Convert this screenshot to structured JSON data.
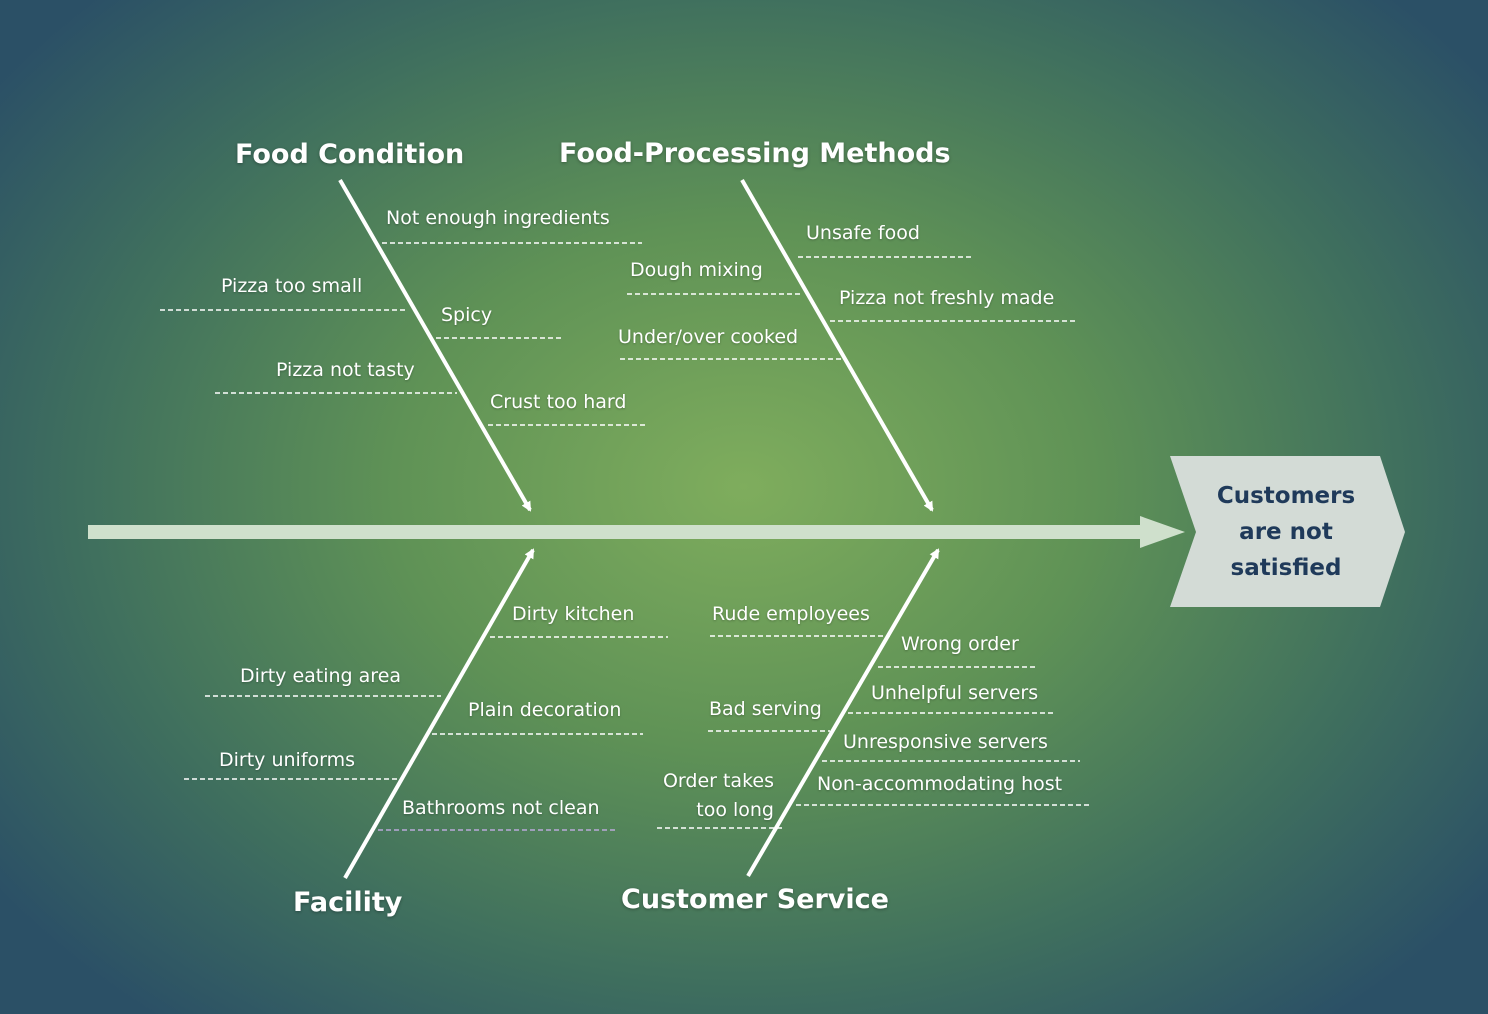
{
  "effect": "Customers\nare not\nsatisfied",
  "categories": {
    "food_condition": {
      "title": "Food Condition",
      "causes": [
        "Not enough ingredients",
        "Pizza too small",
        "Spicy",
        "Pizza not tasty",
        "Crust too hard"
      ]
    },
    "food_processing": {
      "title": "Food-Processing Methods",
      "causes": [
        "Unsafe food",
        "Dough mixing",
        "Pizza not freshly made",
        "Under/over cooked"
      ]
    },
    "facility": {
      "title": "Facility",
      "causes": [
        "Dirty kitchen",
        "Dirty eating area",
        "Plain decoration",
        "Dirty uniforms",
        "Bathrooms not clean"
      ]
    },
    "customer_service": {
      "title": "Customer Service",
      "causes": [
        "Rude employees",
        "Wrong order",
        "Unhelpful servers",
        "Bad serving",
        "Unresponsive servers",
        "Order takes\ntoo long",
        "Non-accommodating host"
      ]
    }
  },
  "colors": {
    "line": "#ffffff",
    "spine": "#cfe0cc",
    "head_fill": "#d3dbd6",
    "head_text": "#1f3a5a"
  }
}
